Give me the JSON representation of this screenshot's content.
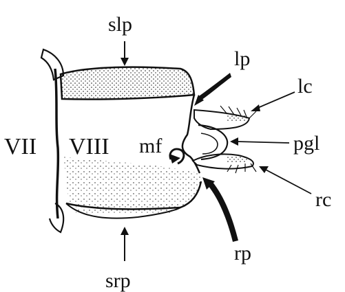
{
  "labels": {
    "slp": "slp",
    "lp": "lp",
    "lc": "lc",
    "pgl": "pgl",
    "rc": "rc",
    "rp": "rp",
    "srp": "srp",
    "mf": "mf",
    "vii": "VII",
    "viii": "VIII"
  },
  "colors": {
    "ink": "#111111",
    "background": "#ffffff"
  }
}
